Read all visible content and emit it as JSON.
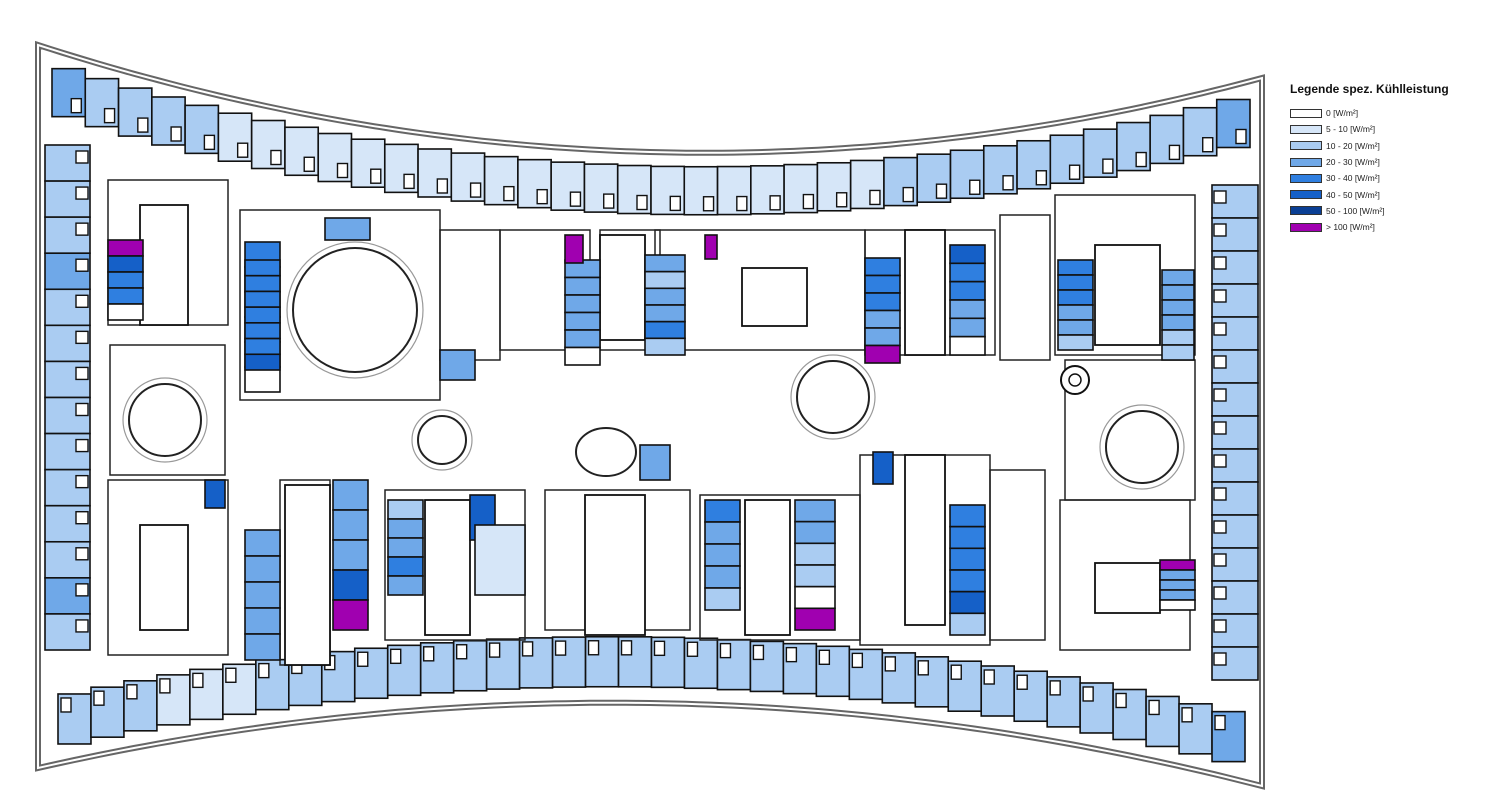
{
  "legend": {
    "title": "Legende spez. Kühlleistung",
    "items": [
      {
        "label": "0 [W/m²]",
        "color": "#ffffff"
      },
      {
        "label": "5 - 10 [W/m²]",
        "color": "#d6e6f8"
      },
      {
        "label": "10 - 20 [W/m²]",
        "color": "#aaccf2"
      },
      {
        "label": "20 - 30 [W/m²]",
        "color": "#6fa8e8"
      },
      {
        "label": "30 - 40 [W/m²]",
        "color": "#2f7fe0"
      },
      {
        "label": "40 - 50 [W/m²]",
        "color": "#1560c8"
      },
      {
        "label": "50 - 100 [W/m²]",
        "color": "#0a3f94"
      },
      {
        "label": "> 100 [W/m²]",
        "color": "#a000b0"
      }
    ]
  },
  "rooms": {
    "top_row": [
      3,
      2,
      2,
      2,
      2,
      1,
      1,
      1,
      1,
      1,
      1,
      1,
      1,
      1,
      1,
      1,
      1,
      1,
      1,
      1,
      1,
      1,
      1,
      1,
      1,
      2,
      2,
      2,
      2,
      2,
      2,
      2,
      2,
      2,
      2,
      3
    ],
    "bottom_row": [
      2,
      2,
      2,
      1,
      1,
      1,
      2,
      2,
      2,
      2,
      2,
      2,
      2,
      2,
      2,
      2,
      2,
      2,
      2,
      2,
      2,
      2,
      2,
      2,
      2,
      2,
      2,
      2,
      2,
      2,
      2,
      2,
      2,
      2,
      2,
      3
    ],
    "left_col": [
      2,
      2,
      2,
      3,
      2,
      2,
      2,
      2,
      2,
      2,
      2,
      2,
      3,
      2
    ],
    "right_col": [
      2,
      2,
      2,
      2,
      2,
      2,
      2,
      2,
      2,
      2,
      2,
      2,
      2,
      2,
      2
    ],
    "interior": [
      [
        4,
        5,
        4,
        4,
        6,
        0
      ],
      [
        4,
        4,
        4,
        4,
        4,
        4,
        5
      ],
      [
        3,
        3,
        3,
        3,
        3,
        0
      ],
      [
        3,
        2,
        3,
        3,
        4,
        2
      ],
      [
        5,
        4,
        4,
        3,
        3,
        0
      ],
      [
        4,
        4,
        4,
        3,
        3,
        7
      ],
      [
        4,
        4,
        4,
        3,
        3,
        2
      ],
      [
        3,
        3,
        3,
        3,
        2,
        2
      ],
      [
        3,
        3,
        3,
        3,
        3
      ],
      [
        4,
        3,
        3,
        3,
        2
      ],
      [
        3,
        3,
        2,
        2,
        0,
        7
      ],
      [
        4,
        4,
        4,
        4,
        5,
        2
      ],
      [
        2,
        3,
        3,
        4,
        3
      ],
      [
        3,
        3,
        3,
        5,
        7
      ],
      [
        7,
        5,
        4,
        4,
        0
      ],
      [
        7,
        3,
        3,
        3,
        0
      ]
    ]
  }
}
